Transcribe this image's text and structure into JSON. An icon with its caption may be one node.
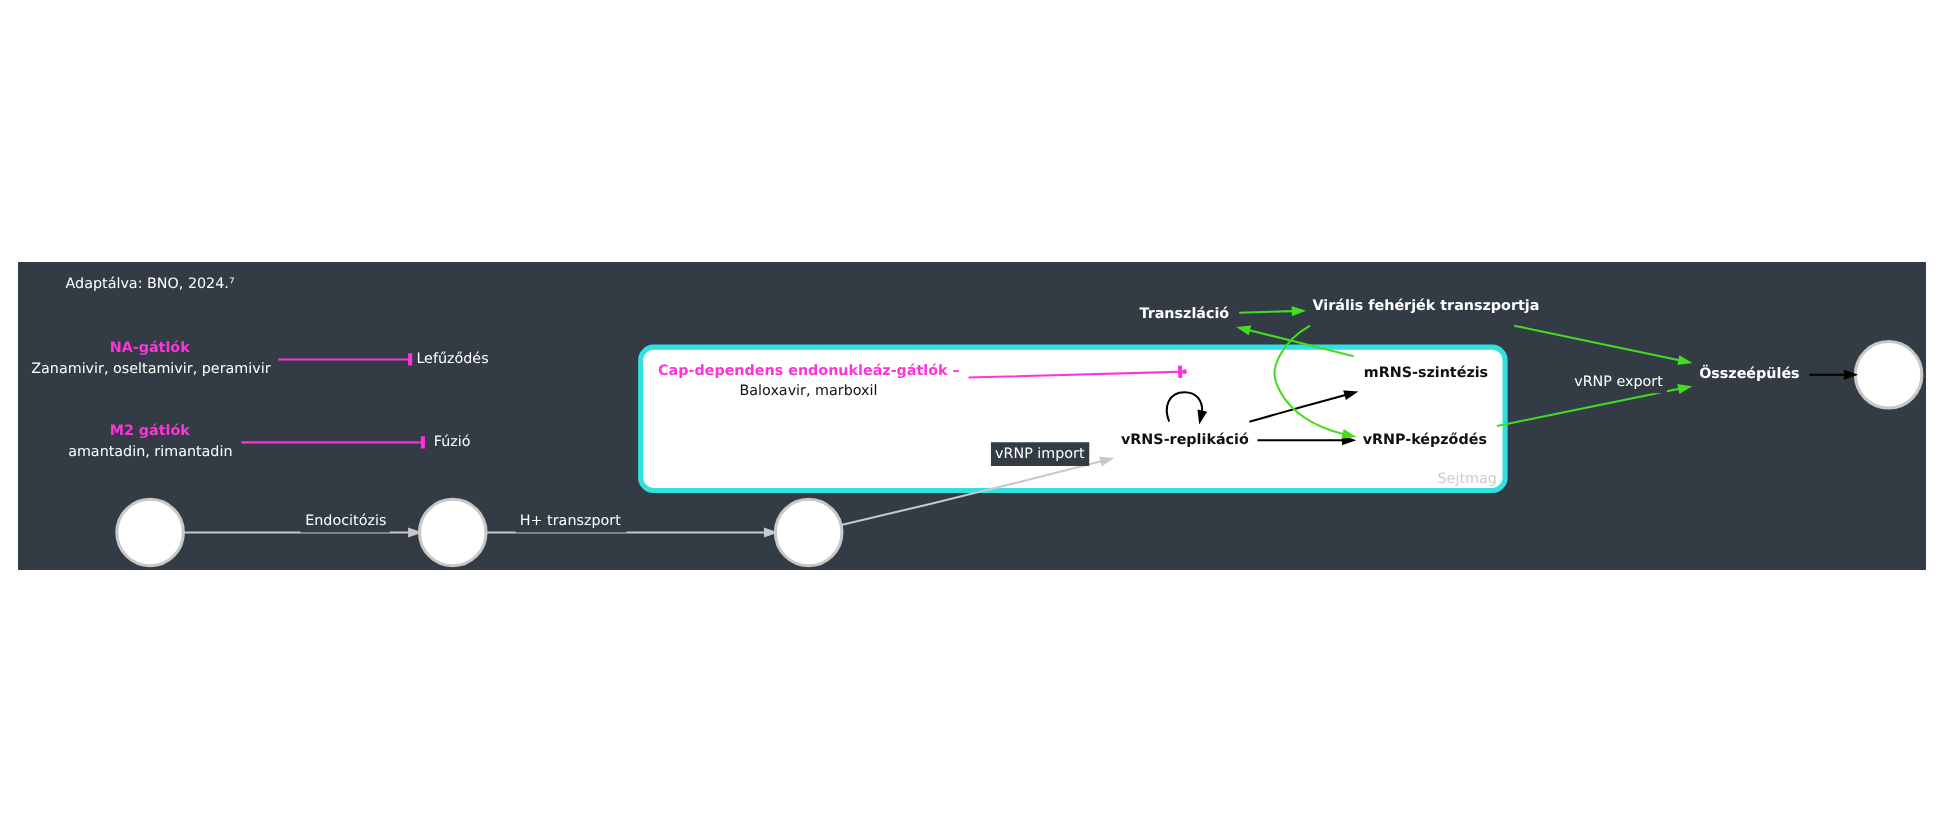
{
  "diagram": {
    "nodes": [
      {
        "text": [
          "Sejtmag"
        ]
      },
      {
        "text": [],
        "shape": "circle"
      },
      {
        "text": [],
        "shape": "circle"
      },
      {
        "text": [],
        "shape": "circle"
      },
      {
        "text": [
          "vRNS-replikáció"
        ],
        "in": 0
      },
      {
        "text": [
          "vRNP-képződés"
        ],
        "in": 0
      },
      {
        "text": [
          "mRNS-szintézis"
        ],
        "in": 0
      },
      {
        "text": [
          "Transzláció"
        ]
      },
      {
        "text": [
          "Virális fehérjék transzportja"
        ]
      },
      {
        "text": [
          "Összeépülés"
        ]
      },
      {
        "text": [],
        "shape": "circle"
      },
      {
        "text": [
          "M2 gátlók",
          "amantadin, rimantadin"
        ]
      },
      {
        "text": [
          "Cap-dependens endonukleáz-gátlók –",
          "Baloxavir, marboxil"
        ],
        "in": 0
      },
      {
        "text": [
          "NA-gátlók",
          "Zanamivir, oseltamivir, peramivir"
        ]
      },
      {
        "text": [
          "Fúzió"
        ]
      },
      {
        "text": [
          "Lefűződés"
        ]
      }
    ],
    "edges": [
      {
        "from": 1,
        "to": 2,
        "arrow": "to",
        "label": "Endocitózis",
        "color": "#c8c8c8"
      },
      {
        "from": 2,
        "to": 3,
        "arrow": "to",
        "label": "H+ transzport",
        "color": "#c8c8c8"
      },
      {
        "from": 3,
        "to": 4,
        "arrow": "to",
        "label": "vRNP import",
        "color": "#c8c8c8"
      },
      {
        "from": 4,
        "to": 4,
        "arrow": "to",
        "color": "#000000"
      },
      {
        "from": 4,
        "to": 5,
        "arrow": "to",
        "color": "#000000"
      },
      {
        "from": 4,
        "to": 6,
        "arrow": "to",
        "color": "#000000"
      },
      {
        "from": 6,
        "to": 7,
        "arrow": "to"
      },
      {
        "from": 7,
        "to": 8,
        "arrow": "to"
      },
      {
        "from": 8,
        "to": 5,
        "arrow": "to"
      },
      {
        "from": 5,
        "to": 9,
        "arrow": "to",
        "label": "vRNP export"
      },
      {
        "from": 8,
        "to": 9,
        "arrow": "to"
      },
      {
        "from": 9,
        "to": 10,
        "arrow": "to",
        "color": "#000000"
      },
      {
        "from": 11,
        "to": 14,
        "arrow": "other",
        "color": "#ff33dd"
      },
      {
        "from": 12,
        "to": null,
        "arrow": "other",
        "color": "#ff33dd"
      },
      {
        "from": 13,
        "to": 15,
        "arrow": "other",
        "color": "#ff33dd"
      }
    ],
    "labels": [
      "Adaptálva: BNO, 2024.⁷"
    ]
  }
}
